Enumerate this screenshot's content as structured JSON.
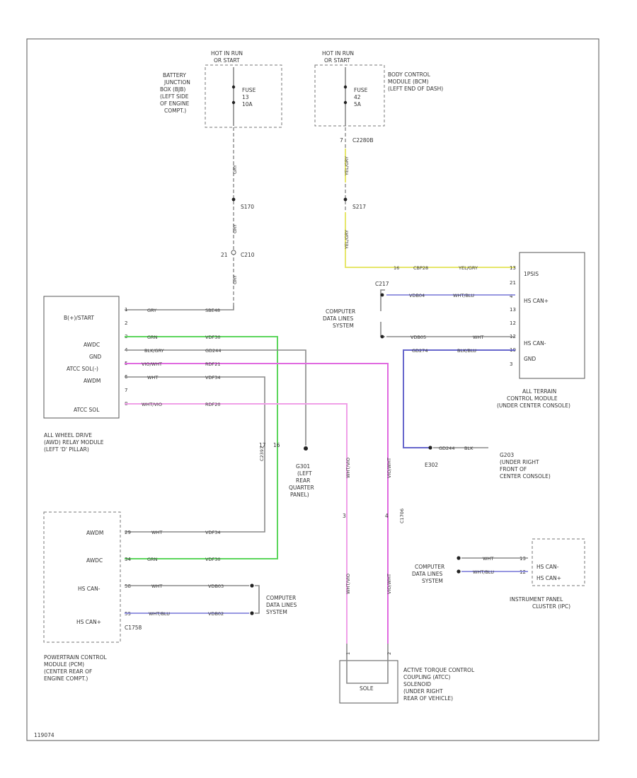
{
  "diagram": {
    "power_sources": [
      {
        "id": "hot1",
        "label_l1": "HOT IN RUN",
        "label_l2": "OR START",
        "fuse_l1": "FUSE",
        "fuse_l2": "13",
        "fuse_l3": "10A"
      },
      {
        "id": "hot2",
        "label_l1": "HOT IN RUN",
        "label_l2": "OR START",
        "fuse_l1": "FUSE",
        "fuse_l2": "42",
        "fuse_l3": "5A"
      }
    ],
    "bjb": [
      "BATTERY",
      "JUNCTION",
      "BOX (BJB)",
      "(LEFT SIDE",
      "OF ENGINE",
      "COMPT.)"
    ],
    "bcm": [
      "BODY CONTROL",
      "MODULE (BCM)",
      "(LEFT END OF DASH)"
    ],
    "connectors": {
      "c2280b": "C2280B",
      "s170": "S170",
      "c210": "C210",
      "s217": "S217",
      "c217": "C217",
      "c2391": "C2391",
      "g301": "G301",
      "g203": "G203",
      "c1706": "C1706"
    },
    "wires": {
      "gry": "GRY",
      "yel_gry": "YEL/GRY",
      "cbp28": "CBP28",
      "vdb04": "VDB04",
      "wht_blu": "WHT/BLU",
      "vdb05": "VDB05",
      "wht": "WHT",
      "gd274": "GD274",
      "blk_blu": "BLK/BLU",
      "sbe48": "SBE48",
      "grn": "GRN",
      "vdf30": "VDF30",
      "blk_gry": "BLK/GRY",
      "gd244": "GD244",
      "vio_wht": "VIO/WHT",
      "rdf21": "RDF21",
      "vdf34": "VDF34",
      "wht_vio": "WHT/VIO",
      "rdf20": "RDF20",
      "gd244b": "GD244",
      "wht_vio_v": "WHT/VIO",
      "vio_wht_v": "VIO/WHT",
      "blk_grn": "BLK",
      "vdb03": "VDB03",
      "vdb02": "VDB02",
      "wht_blu2": "WHT/BLU"
    },
    "awd_module": {
      "pins": [
        {
          "num": "1",
          "name": "B(+)/START"
        },
        {
          "num": "2",
          "name": ""
        },
        {
          "num": "3",
          "name": "AWDC"
        },
        {
          "num": "4",
          "name": "GND"
        },
        {
          "num": "5",
          "name": "ATCC SOL(-)"
        },
        {
          "num": "6",
          "name": "AWDM"
        },
        {
          "num": "7",
          "name": ""
        },
        {
          "num": "8",
          "name": "ATCC SOL"
        }
      ],
      "caption": [
        "ALL WHEEL DRIVE",
        "(AWD) RELAY MODULE",
        "(LEFT 'D' PILLAR)"
      ]
    },
    "atcm": {
      "pins": [
        {
          "num": "13",
          "name": "1PSIS"
        },
        {
          "num": "21",
          "name": ""
        },
        {
          "num": "4",
          "name": "HS CAN+"
        },
        {
          "num": "13",
          "name": ""
        },
        {
          "num": "12",
          "name": "HS CAN-"
        },
        {
          "num": "3",
          "name": "GND"
        }
      ],
      "caption": [
        "ALL TERRAIN",
        "CONTROL MODULE",
        "(UNDER CENTER CONSOLE)"
      ]
    },
    "pcm": {
      "pins": [
        {
          "num": "29",
          "name": "AWDM"
        },
        {
          "num": "34",
          "name": "AWDC"
        },
        {
          "num": "58",
          "name": "HS CAN-"
        },
        {
          "num": "59",
          "name": "HS CAN+"
        }
      ],
      "caption": [
        "POWERTRAIN CONTROL",
        "MODULE (PCM)",
        "(CENTER REAR OF",
        "ENGINE COMPT.)"
      ]
    },
    "ipc": {
      "pins": [
        {
          "num": "13",
          "name": "HS CAN-"
        },
        {
          "num": "12",
          "name": "HS CAN+"
        }
      ],
      "caption": [
        "INSTRUMENT PANEL",
        "CLUSTER (IPC)"
      ]
    },
    "atc": {
      "box_label": "SOLE",
      "caption": [
        "ACTIVE TORQUE CONTROL",
        "COUPLING (ATCC)",
        "SOLENOID",
        "(UNDER RIGHT",
        "REAR OF VEHICLE)"
      ]
    },
    "cdls": [
      "COMPUTER",
      "DATA LINES",
      "SYSTEM"
    ],
    "g301_caption": [
      "G301",
      "(LEFT",
      "REAR",
      "QUARTER",
      "PANEL)"
    ],
    "g203_caption": [
      "G203",
      "(UNDER RIGHT",
      "FRONT OF",
      "CENTER CONSOLE)"
    ],
    "c1706_label": "C1706",
    "footer_code": "119074"
  }
}
